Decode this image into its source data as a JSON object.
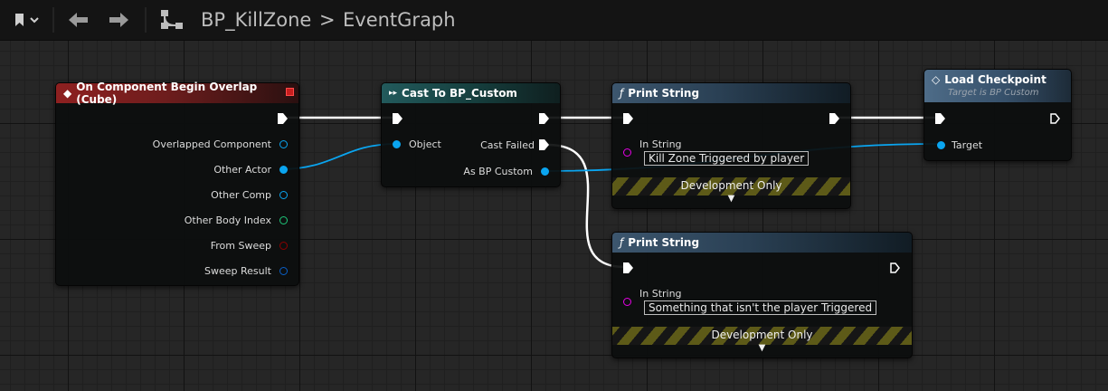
{
  "toolbar": {
    "bookmark_icon": "bookmark-icon",
    "back_icon": "arrow-left-icon",
    "forward_icon": "arrow-right-icon",
    "graph_icon": "blueprint-graph-icon",
    "breadcrumb": {
      "asset": "BP_KillZone",
      "separator": ">",
      "graph": "EventGraph"
    }
  },
  "nodes": {
    "overlap": {
      "title": "On Component Begin Overlap (Cube)",
      "pins": [
        "Overlapped Component",
        "Other Actor",
        "Other Comp",
        "Other Body Index",
        "From Sweep",
        "Sweep Result"
      ]
    },
    "cast": {
      "title": "Cast To BP_Custom",
      "object_pin": "Object",
      "cast_failed_pin": "Cast Failed",
      "as_pin": "As BP Custom"
    },
    "print1": {
      "title": "Print String",
      "in_string_label": "In String",
      "in_string_value": "Kill Zone Triggered by player",
      "dev_only": "Development Only"
    },
    "print2": {
      "title": "Print String",
      "in_string_label": "In String",
      "in_string_value": "Something that isn't the player Triggered",
      "dev_only": "Development Only"
    },
    "load": {
      "title": "Load Checkpoint",
      "subtitle": "Target is BP Custom",
      "target_pin": "Target"
    }
  },
  "colors": {
    "exec_wire": "#ffffff",
    "object_pin": "#0aa5f0",
    "struct_pin": "#0a5fc8",
    "int_pin": "#1ec87a",
    "bool_pin": "#8c0000",
    "string_pin": "#e600e6"
  }
}
